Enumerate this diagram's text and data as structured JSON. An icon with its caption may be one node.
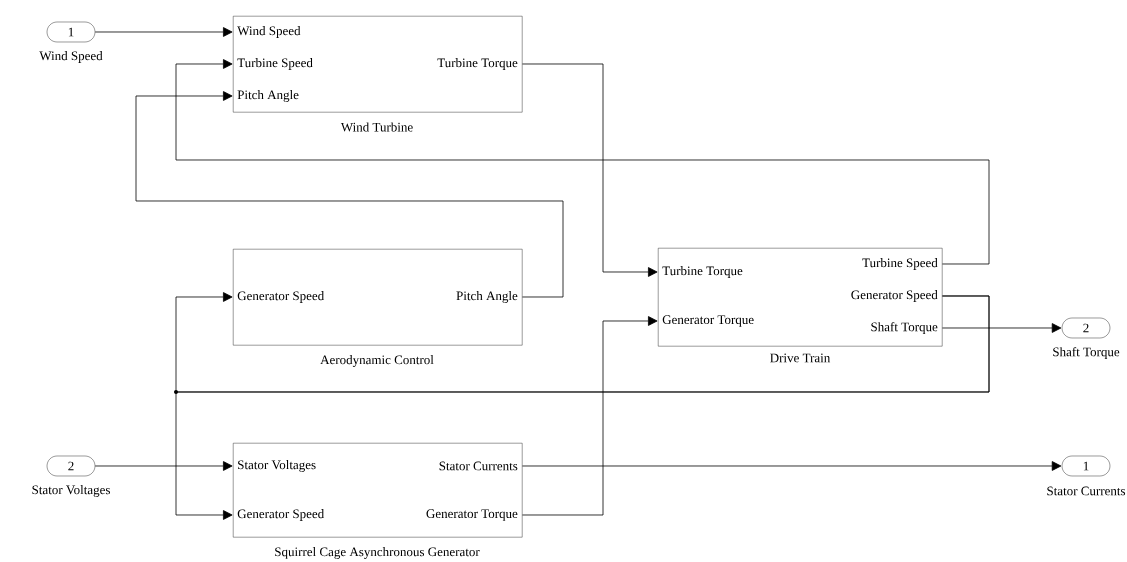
{
  "diagram": {
    "nodes": [
      {
        "text": [
          "1"
        ],
        "beside": [
          "Wind Speed"
        ]
      },
      {
        "text": [
          "Wind Speed",
          "Turbine Speed",
          "Pitch Angle",
          "Turbine Torque",
          "Wind Turbine"
        ]
      },
      {
        "text": [
          "Generator Speed",
          "Pitch Angle",
          "Aerodynamic Control"
        ]
      },
      {
        "text": [
          "Turbine Torque",
          "Generator Torque",
          "Turbine Speed",
          "Generator Speed",
          "Shaft Torque",
          "Drive Train"
        ]
      },
      {
        "text": [
          "2"
        ],
        "beside": [
          "Shaft Torque"
        ]
      },
      {
        "text": [
          "2"
        ],
        "beside": [
          "Stator Voltages"
        ]
      },
      {
        "text": [
          "Stator Voltages",
          "Generator Speed",
          "Stator Currents",
          "Generator Torque",
          "Squirrel Cage Asynchronous Generator"
        ]
      },
      {
        "text": [
          "1"
        ],
        "beside": [
          "Stator Currents"
        ]
      }
    ],
    "edges": [
      {
        "from": 0,
        "to": 1,
        "arrow": "to"
      },
      {
        "from": 1,
        "to": 3,
        "arrow": "to"
      },
      {
        "from": 3,
        "to": 1,
        "arrow": "to"
      },
      {
        "from": 2,
        "to": 1,
        "arrow": "to"
      },
      {
        "from": 3,
        "to": 2,
        "arrow": "to"
      },
      {
        "from": 3,
        "to": 6,
        "arrow": "to"
      },
      {
        "from": 5,
        "to": 6,
        "arrow": "to"
      },
      {
        "from": 6,
        "to": 7,
        "arrow": "to"
      },
      {
        "from": 6,
        "to": 3,
        "arrow": "to"
      },
      {
        "from": 3,
        "to": 4,
        "arrow": "to"
      }
    ]
  }
}
